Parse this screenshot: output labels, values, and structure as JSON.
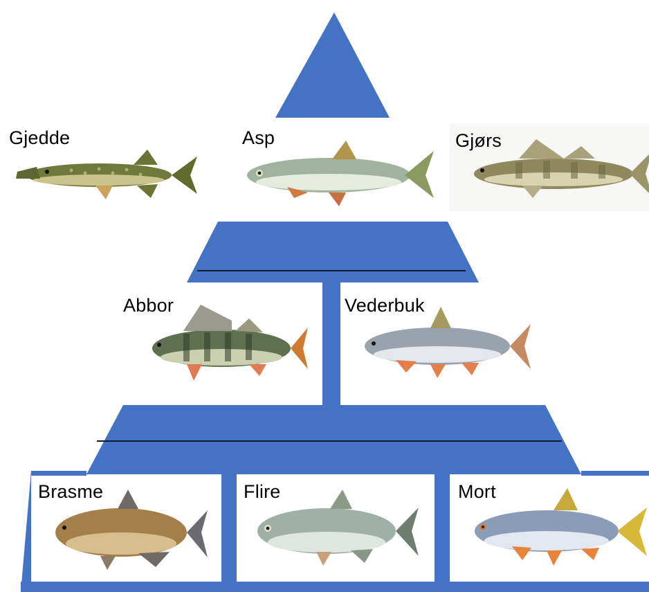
{
  "colors": {
    "pyramid_blue": "#4472c4",
    "divider_line": "#101a2e"
  },
  "tiers": [
    {
      "level": "top",
      "fish": [
        {
          "name": "Gjedde",
          "icon": "pike-fish-icon"
        },
        {
          "name": "Asp",
          "icon": "asp-fish-icon"
        },
        {
          "name": "Gjørs",
          "icon": "zander-fish-icon"
        }
      ]
    },
    {
      "level": "middle",
      "fish": [
        {
          "name": "Abbor",
          "icon": "perch-fish-icon"
        },
        {
          "name": "Vederbuk",
          "icon": "ide-fish-icon"
        }
      ]
    },
    {
      "level": "bottom",
      "fish": [
        {
          "name": "Brasme",
          "icon": "bream-fish-icon"
        },
        {
          "name": "Flire",
          "icon": "silver-bream-fish-icon"
        },
        {
          "name": "Mort",
          "icon": "roach-fish-icon"
        }
      ]
    }
  ]
}
